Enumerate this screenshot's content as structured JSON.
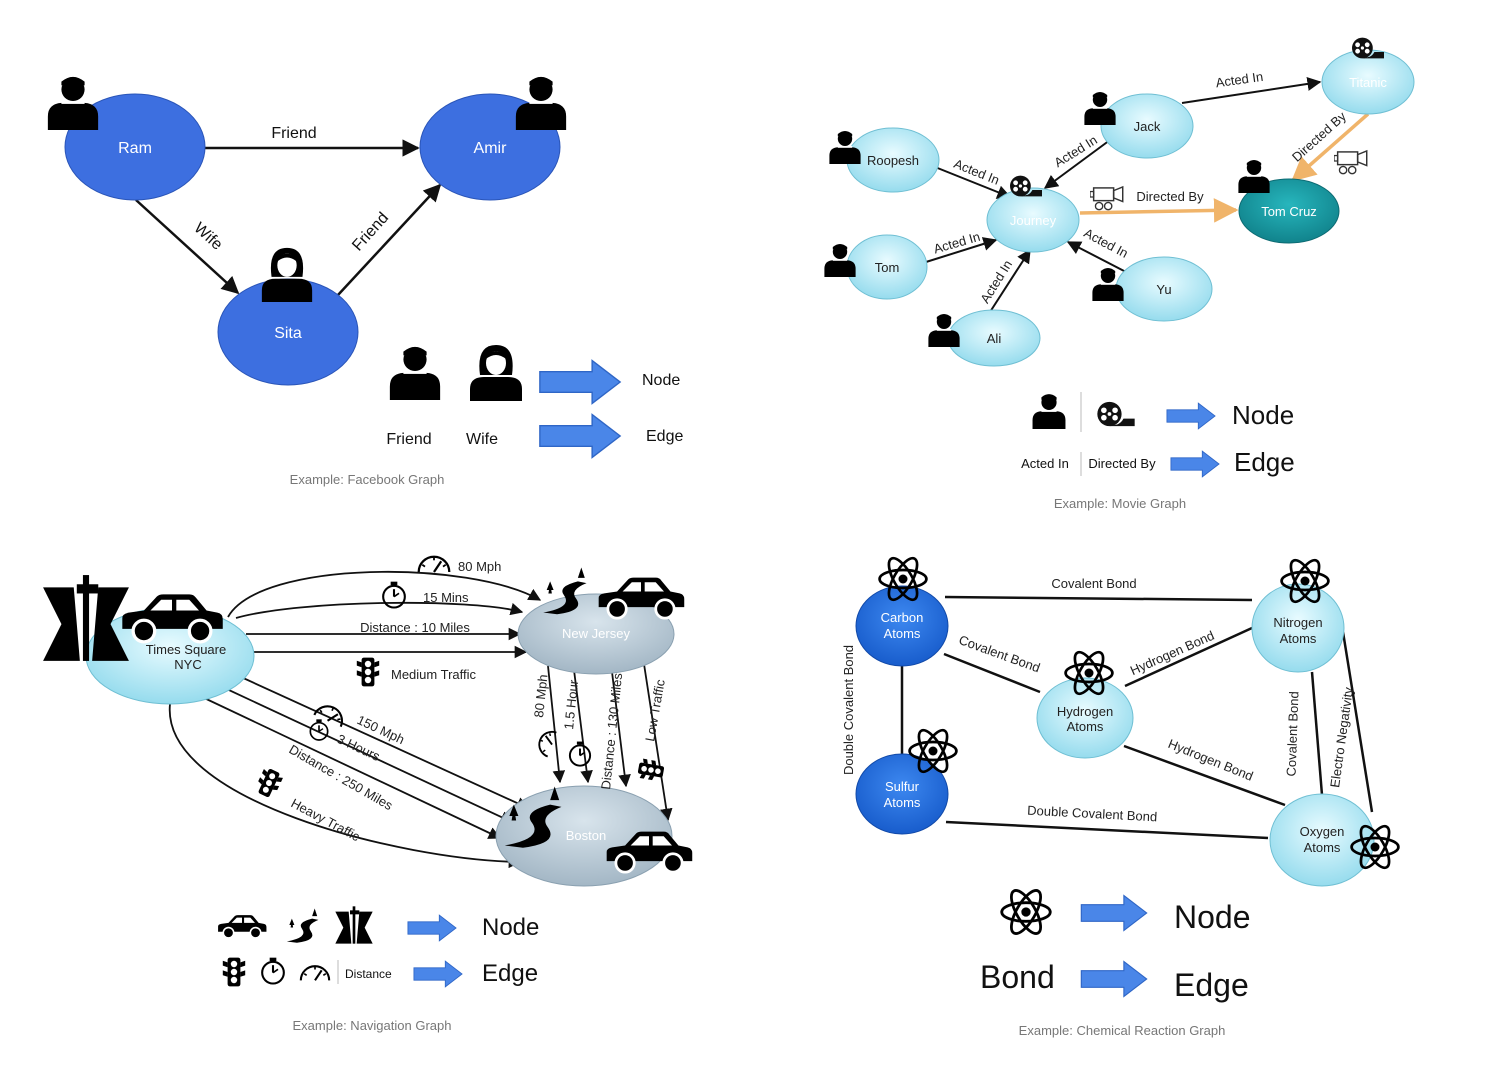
{
  "facebook": {
    "caption": "Example: Facebook Graph",
    "nodes": {
      "ram": "Ram",
      "amir": "Amir",
      "sita": "Sita"
    },
    "edges": {
      "ram_amir": "Friend",
      "ram_sita": "Wife",
      "sita_amir": "Friend"
    },
    "legend": {
      "friend": "Friend",
      "wife": "Wife",
      "node": "Node",
      "edge": "Edge"
    },
    "colors": {
      "node": "#3d6fe0",
      "arrow": "#4a86e8"
    }
  },
  "movie": {
    "caption": "Example: Movie Graph",
    "nodes": {
      "roopesh": "Roopesh",
      "jack": "Jack",
      "titanic": "Titanic",
      "journey": "Journey",
      "tomcruz": "Tom Cruz",
      "tom": "Tom",
      "yu": "Yu",
      "ali": "Ali"
    },
    "edges": {
      "roopesh_journey": "Acted In",
      "jack_journey": "Acted In",
      "jack_titanic": "Acted In",
      "titanic_tomcruz": "Directed By",
      "journey_tomcruz": "Directed By",
      "tom_journey": "Acted In",
      "ali_journey": "Acted In",
      "yu_journey": "Acted In"
    },
    "legend": {
      "acted_in": "Acted In",
      "directed_by": "Directed By",
      "node": "Node",
      "edge": "Edge"
    },
    "colors": {
      "node": "#c7eef7",
      "dark_node": "#1a9ba3",
      "directed_edge": "#f0b46a"
    }
  },
  "navigation": {
    "caption": "Example: Navigation Graph",
    "nodes": {
      "nyc_line1": "Times Square",
      "nyc_line2": "NYC",
      "nj": "New Jersey",
      "boston": "Boston"
    },
    "edges": {
      "nj_speed": "80 Mph",
      "nj_time": "15 Mins",
      "nj_distance": "Distance : 10 Miles",
      "nj_traffic": "Medium Traffic",
      "b_speed": "150 Mph",
      "b_time": "3 Hours",
      "b_distance": "Distance : 250 Miles",
      "b_traffic": "Heavy Traffic",
      "njb_speed": "80 Mph",
      "njb_time": "1.5 Hour",
      "njb_distance": "Distance : 130 Miles",
      "njb_traffic": "Low Traffic"
    },
    "legend": {
      "distance": "Distance",
      "node": "Node",
      "edge": "Edge"
    }
  },
  "chemical": {
    "caption": "Example: Chemical Reaction Graph",
    "nodes": {
      "carbon_1": "Carbon",
      "carbon_2": "Atoms",
      "nitrogen_1": "Nitrogen",
      "nitrogen_2": "Atoms",
      "hydrogen_1": "Hydrogen",
      "hydrogen_2": "Atoms",
      "sulfur_1": "Sulfur",
      "sulfur_2": "Atoms",
      "oxygen_1": "Oxygen",
      "oxygen_2": "Atoms"
    },
    "edges": {
      "carbon_nitrogen": "Covalent Bond",
      "carbon_hydrogen": "Covalent Bond",
      "hydrogen_nitrogen": "Hydrogen Bond",
      "carbon_sulfur": "Double Covalent Bond",
      "hydrogen_oxygen": "Hydrogen Bond",
      "nitrogen_oxygen_a": "Covalent Bond",
      "nitrogen_oxygen_b": "Electro Negativity",
      "sulfur_oxygen": "Double Covalent Bond"
    },
    "legend": {
      "bond": "Bond",
      "node": "Node",
      "edge": "Edge"
    },
    "colors": {
      "blue_node": "#1c6fe0",
      "light_node": "#bfeaf5"
    }
  }
}
